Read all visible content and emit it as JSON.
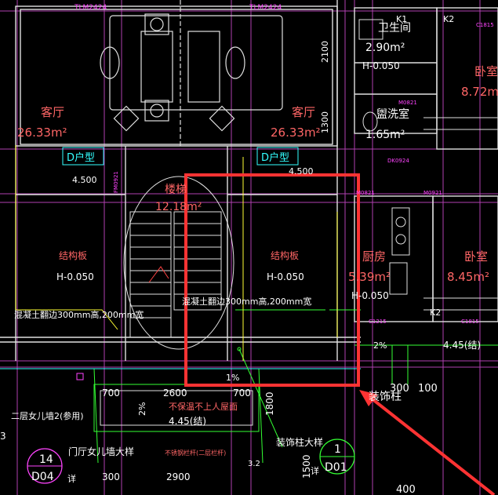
{
  "labels": {
    "door_top_left": "TLM2424",
    "door_top_right": "TLM2424",
    "living_left_name": "客厅",
    "living_left_area": "26.33m²",
    "living_right_name": "客厅",
    "living_right_area": "26.33m²",
    "unit_type_left": "D户型",
    "unit_type_right": "D户型",
    "elev_left": "4.500",
    "elev_right": "4.500",
    "stair_name": "楼梯",
    "stair_area": "12.18m²",
    "struct_left_name": "结构板",
    "struct_left_h": "H-0.050",
    "struct_right_name": "结构板",
    "struct_right_h": "H-0.050",
    "beam_left": "混凝土翻边300mm高,200mm宽",
    "beam_center": "混凝土翻边300mm高,200mm宽",
    "bath_name": "卫生间",
    "bath_area": "2.90m²",
    "bath_h": "H-0.050",
    "wash_name": "盥洗室",
    "wash_area": "1.65m²",
    "bedroom_top": "卧室",
    "bedroom_top_area": "8.72m²",
    "kitchen_name": "厨房",
    "kitchen_area": "5.39m²",
    "kitchen_h": "H-0.050",
    "bedroom_mid": "卧室",
    "bedroom_mid_area": "8.45m²",
    "window_k1": "K1",
    "window_k2_top": "K2",
    "window_k2_mid": "K2",
    "code_c1815_top": "C1815",
    "code_c1815_mid": "C1815",
    "code_m0821": "M0821",
    "code_m0921": "M0921",
    "code_dk0924": "DK0924",
    "code_m0821_left": "M0821",
    "code_c1215": "C1215",
    "code_fm": "FM0921",
    "dim_2100": "2100",
    "dim_1300": "1300",
    "dim_700_left": "700",
    "dim_2600": "2600",
    "dim_700_right": "700",
    "dim_1800": "1800",
    "dim_1500": "1500",
    "dim_300_left": "300",
    "dim_2900": "2900",
    "dim_3_2": "3.2",
    "dim_300_right": "300",
    "dim_100": "100",
    "dim_400": "400",
    "pct_1": "1%",
    "pct_2_left": "2%",
    "pct_2_right": "2%",
    "canopy_note": "不保温不上人屋面",
    "canopy_elev": "4.45(结)",
    "right_elev": "4.45(结)",
    "small_note": "不锈钢栏杆(二层栏杆)",
    "parapet_note": "二层女儿墙2(参用)",
    "vestibule_note": "门厅女儿墙大样",
    "detail_14": "14",
    "detail_d04": "D04",
    "detail_xiang_left": "详",
    "detail_1": "1",
    "detail_d01": "D01",
    "detail_xiang_right": "详",
    "column_note": "装饰柱",
    "column_detail": "装饰柱大样",
    "num_3": "3"
  },
  "colors": {
    "background": "#000000",
    "axis_magenta": "#cc44cc",
    "wall_white": "#e8e8e8",
    "text_yellow": "#ffff33",
    "text_green": "#33ff33",
    "text_magenta": "#ff44ff",
    "text_cyan": "#33ffff",
    "highlight_red": "#ff3333"
  }
}
